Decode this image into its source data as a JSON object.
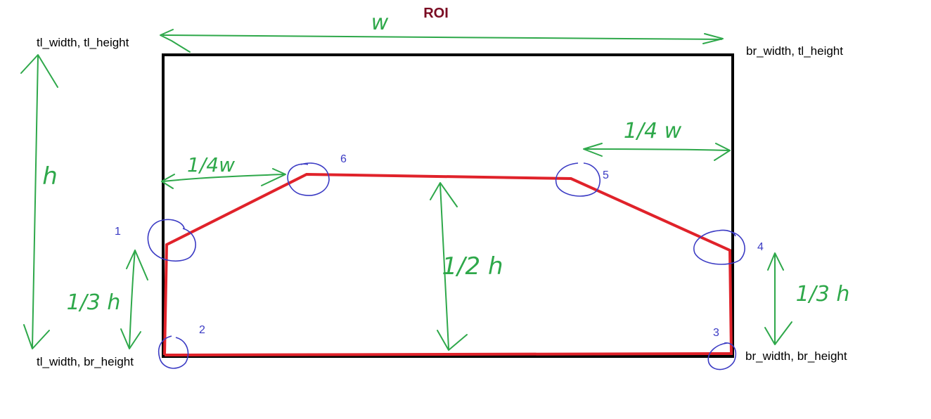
{
  "title": "ROI",
  "corners": {
    "top_left": "tl_width, tl_height",
    "top_right": "br_width, tl_height",
    "bottom_left": "tl_width, br_height",
    "bottom_right": "br_width, br_height"
  },
  "points": [
    "1",
    "2",
    "3",
    "4",
    "5",
    "6"
  ],
  "dimensions": {
    "width": "w",
    "height": "h",
    "quarter_width_left": "1/4w",
    "quarter_width_right": "1/4 w",
    "half_height": "1/2 h",
    "third_height_left": "1/3 h",
    "third_height_right": "1/3 h"
  },
  "colors": {
    "roi_box": "#000000",
    "polygon": "#e0222a",
    "annotations": "#2ea84a",
    "point_markers": "#3b3bc4",
    "title": "#7a0b22"
  }
}
